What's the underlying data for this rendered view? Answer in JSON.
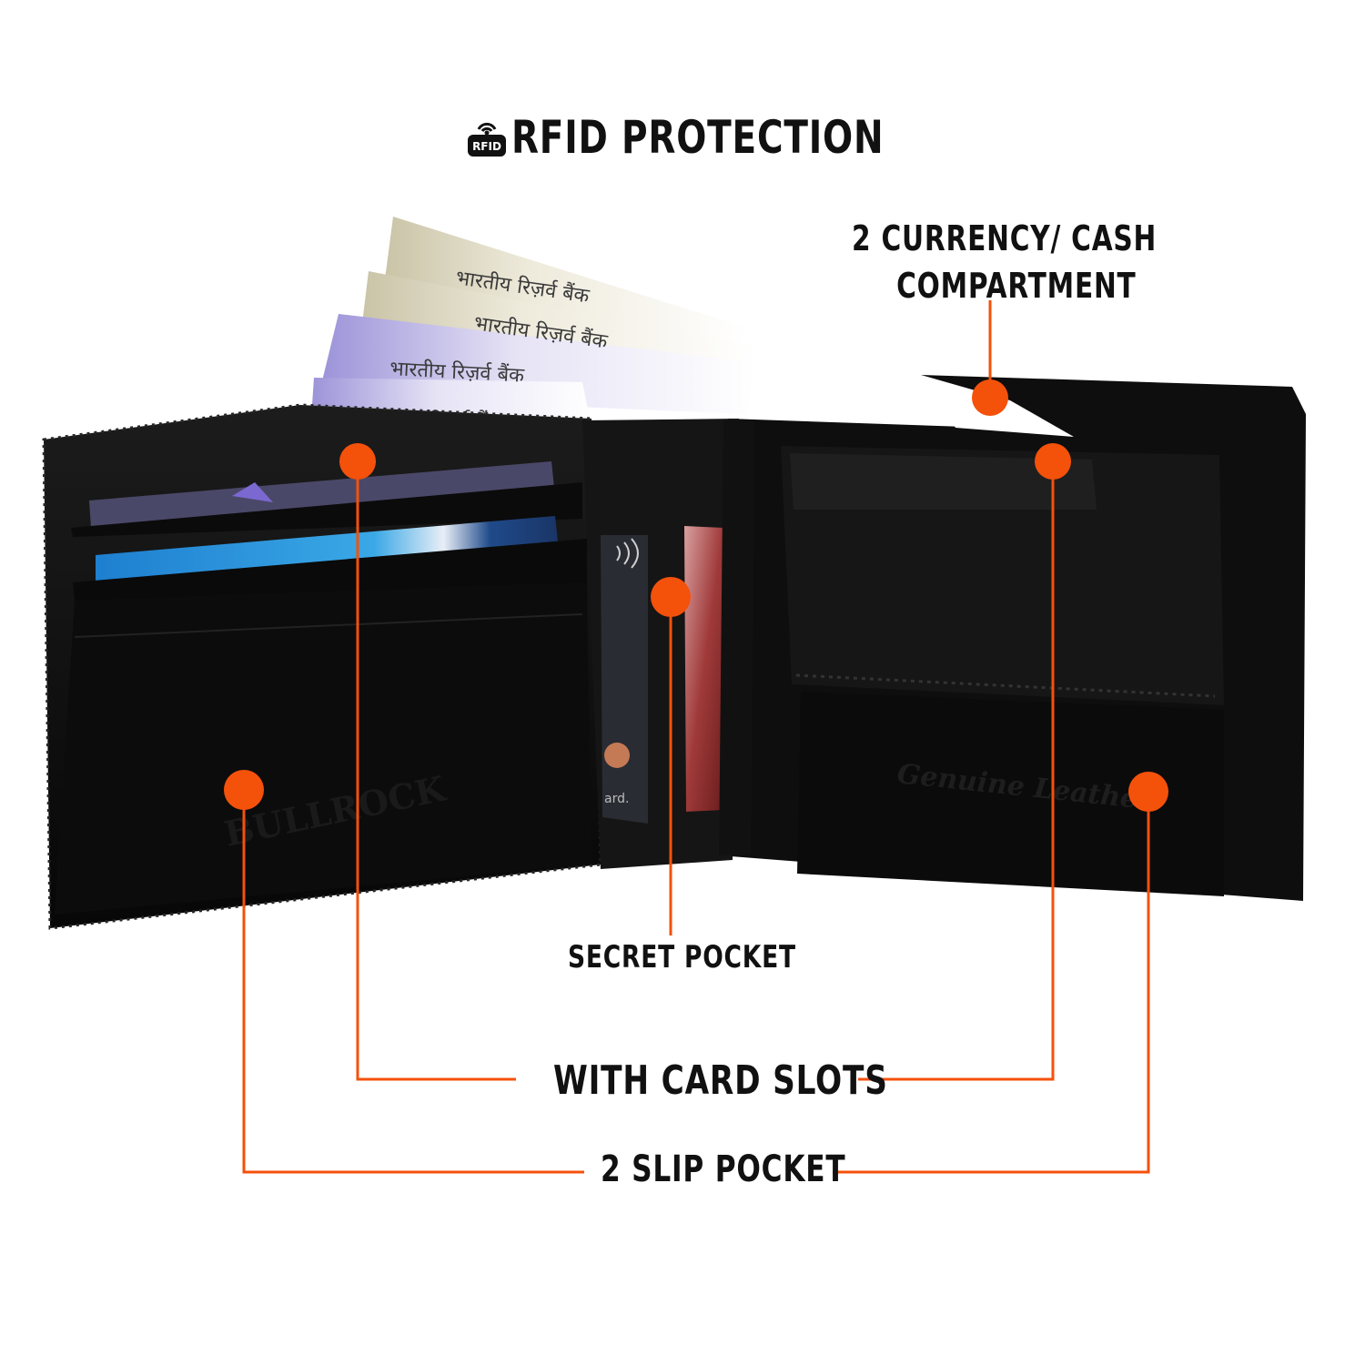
{
  "heading": {
    "badge_text": "RFID",
    "title": "RFID PROTECTION",
    "icon": "rfid-lock-icon"
  },
  "callouts": {
    "currency_line1": "2 CURRENCY/ CASH",
    "currency_line2": "COMPARTMENT",
    "secret_pocket": "SECRET POCKET",
    "card_slots": "WITH CARD SLOTS",
    "slip_pocket": "2 SLIP POCKET"
  },
  "product": {
    "notes_text": [
      "भारतीय रिज़र्व बैंक",
      "भारतीय रिज़र्व बैंक",
      "भारतीय रिज़र्व बैंक",
      "भारतीय रिज़र्व बैंक"
    ],
    "brand_emboss": "BULLROCK",
    "leather_emboss": "Genuine Leather",
    "card_text": "ard."
  },
  "colors": {
    "accent": "#f4510b",
    "leather": "#0d0d0d",
    "text": "#111111"
  }
}
